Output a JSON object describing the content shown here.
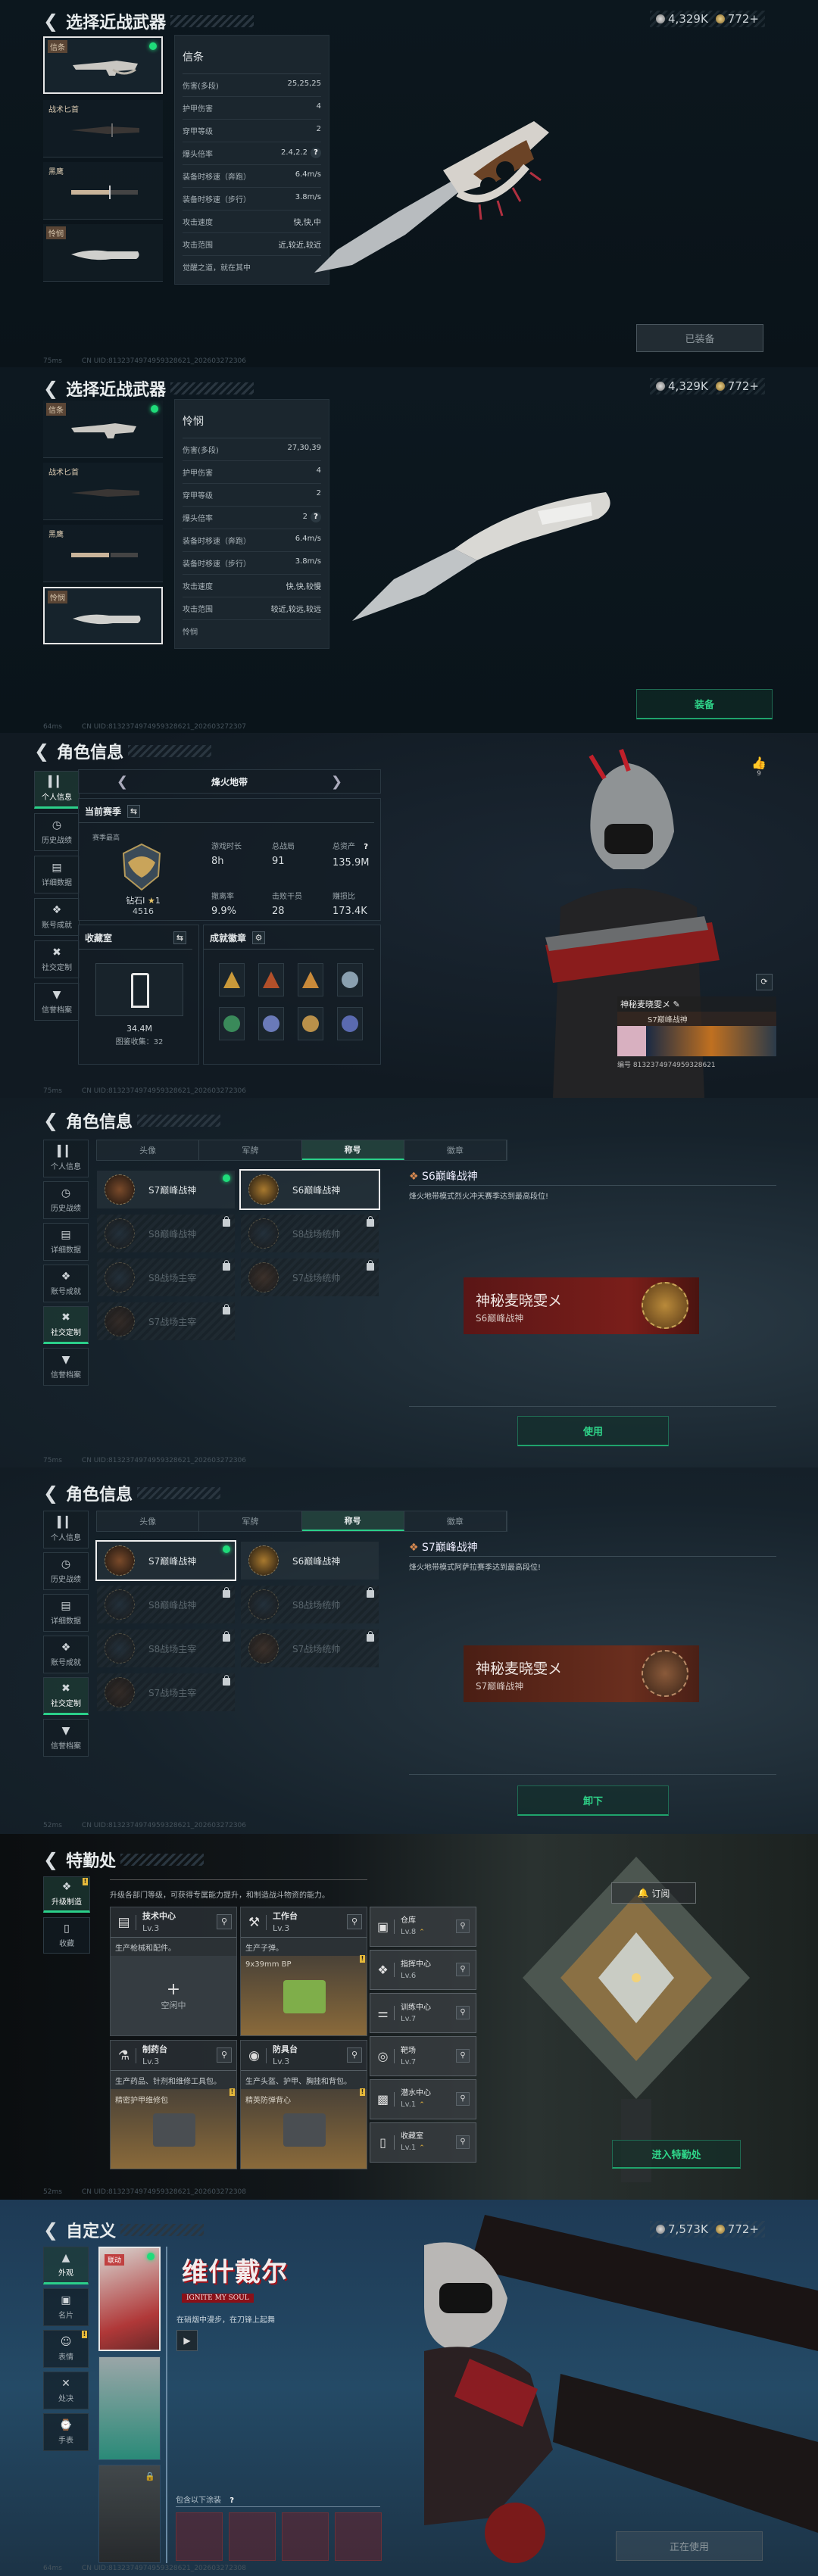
{
  "screens": {
    "melee1": {
      "title": "选择近战武器",
      "currency": {
        "silver": "4,329K",
        "gold": "772+"
      },
      "weapons": [
        {
          "tag": "信条",
          "quality_tag": true
        },
        {
          "tag": "战术匕首",
          "quality_tag": false
        },
        {
          "tag": "黑鹰",
          "quality_tag": false
        },
        {
          "tag": "怜悯",
          "quality_tag": true
        }
      ],
      "detail": {
        "name": "信条",
        "rows": [
          {
            "label": "伤害(多段)",
            "value": "25,25,25"
          },
          {
            "label": "护甲伤害",
            "value": "4"
          },
          {
            "label": "穿甲等级",
            "value": "2"
          },
          {
            "label": "爆头倍率",
            "value": "2.4,2.2"
          },
          {
            "label": "装备时移速（奔跑）",
            "value": "6.4m/s"
          },
          {
            "label": "装备时移速（步行）",
            "value": "3.8m/s"
          },
          {
            "label": "攻击速度",
            "value": "快,快,中"
          },
          {
            "label": "攻击范围",
            "value": "近,较近,较近"
          }
        ],
        "flavor": "觉醒之道，就在其中"
      },
      "button": "已装备",
      "footer": {
        "ping": "75ms",
        "uid": "CN UID:8132374974959328621_202603272306"
      }
    },
    "melee2": {
      "title": "选择近战武器",
      "currency": {
        "silver": "4,329K",
        "gold": "772+"
      },
      "weapons": [
        {
          "tag": "信条"
        },
        {
          "tag": "战术匕首"
        },
        {
          "tag": "黑鹰"
        },
        {
          "tag": "怜悯"
        }
      ],
      "detail": {
        "name": "怜悯",
        "rows": [
          {
            "label": "伤害(多段)",
            "value": "27,30,39"
          },
          {
            "label": "护甲伤害",
            "value": "4"
          },
          {
            "label": "穿甲等级",
            "value": "2"
          },
          {
            "label": "爆头倍率",
            "value": "2"
          },
          {
            "label": "装备时移速（奔跑）",
            "value": "6.4m/s"
          },
          {
            "label": "装备时移速（步行）",
            "value": "3.8m/s"
          },
          {
            "label": "攻击速度",
            "value": "快,快,较慢"
          },
          {
            "label": "攻击范围",
            "value": "较近,较远,较远"
          }
        ],
        "flavor": "怜悯"
      },
      "button": "装备",
      "footer": {
        "ping": "64ms",
        "uid": "CN UID:8132374974959328621_202603272307"
      }
    },
    "profile": {
      "title": "角色信息",
      "nav": [
        "个人信息",
        "历史战绩",
        "详细数据",
        "账号成就",
        "社交定制",
        "信誉档案"
      ],
      "mode": "烽火地带",
      "season": {
        "header": "当前赛季",
        "best_label": "赛季最高",
        "rank": "钻石I",
        "stars": "1",
        "score": "4516",
        "stats": [
          {
            "label": "游戏时长",
            "value": "8h"
          },
          {
            "label": "总战局",
            "value": "91"
          },
          {
            "label": "总资产",
            "value": "135.9M"
          },
          {
            "label": "撤离率",
            "value": "9.9%"
          },
          {
            "label": "击败干员",
            "value": "28"
          },
          {
            "label": "赚损比",
            "value": "173.4K"
          }
        ]
      },
      "collection": {
        "header": "收藏室",
        "value": "34.4M",
        "count_label": "图鉴收集：32"
      },
      "badges_header": "成就徽章",
      "likes": "9",
      "card": {
        "name": "神秘麦晓雯メ",
        "title": "S7巅峰战神",
        "id": "编号 8132374974959328621"
      },
      "footer": {
        "ping": "75ms",
        "uid": "CN UID:8132374974959328621_202603272306"
      }
    },
    "titles1": {
      "title": "角色信息",
      "tabs": [
        "头像",
        "军牌",
        "称号",
        "徽章"
      ],
      "items": [
        {
          "name": "S7巅峰战神",
          "locked": false
        },
        {
          "name": "S6巅峰战神",
          "locked": false
        },
        {
          "name": "S8巅峰战神",
          "locked": true
        },
        {
          "name": "S8战场统帅",
          "locked": true
        },
        {
          "name": "S8战场主宰",
          "locked": true
        },
        {
          "name": "S7战场统帅",
          "locked": true
        },
        {
          "name": "S7战场主宰",
          "locked": true
        }
      ],
      "selected_name": "S6巅峰战神",
      "selected_desc": "烽火地带模式烈火冲天赛季达到最高段位!",
      "banner_name": "神秘麦晓雯メ",
      "banner_title": "S6巅峰战神",
      "button": "使用",
      "footer": {
        "ping": "75ms",
        "uid": "CN UID:8132374974959328621_202603272306"
      }
    },
    "titles2": {
      "title": "角色信息",
      "selected_name": "S7巅峰战神",
      "selected_desc": "烽火地带模式阿萨拉赛季达到最高段位!",
      "banner_name": "神秘麦晓雯メ",
      "banner_title": "S7巅峰战神",
      "button": "卸下",
      "footer": {
        "ping": "52ms",
        "uid": "CN UID:8132374974959328621_202603272306"
      }
    },
    "special": {
      "title": "特勤处",
      "nav": [
        "升级制造",
        "收藏"
      ],
      "description": "升级各部门等级，可获得专属能力提升，和制造战斗物资的能力。",
      "facilities": [
        {
          "name": "技术中心",
          "level": "Lv.3",
          "desc": "生产枪械和配件。",
          "slot": "空闲中"
        },
        {
          "name": "工作台",
          "level": "Lv.3",
          "desc": "生产子弹。",
          "slot": "9x39mm BP"
        },
        {
          "name": "制药台",
          "level": "Lv.3",
          "desc": "生产药品、针剂和维修工具包。",
          "slot": "精密护甲维修包"
        },
        {
          "name": "防具台",
          "level": "Lv.3",
          "desc": "生产头盔、护甲、胸挂和背包。",
          "slot": "精英防弹背心"
        }
      ],
      "side": [
        {
          "name": "仓库",
          "level": "Lv.8"
        },
        {
          "name": "指挥中心",
          "level": "Lv.6"
        },
        {
          "name": "训练中心",
          "level": "Lv.7"
        },
        {
          "name": "靶场",
          "level": "Lv.7"
        },
        {
          "name": "潜水中心",
          "level": "Lv.1"
        },
        {
          "name": "收藏室",
          "level": "Lv.1"
        }
      ],
      "subscribe": "订阅",
      "enter": "进入特勤处",
      "footer": {
        "ping": "52ms",
        "uid": "CN UID:8132374974959328621_202603272308"
      }
    },
    "custom": {
      "title": "自定义",
      "currency": {
        "silver": "7,573K",
        "gold": "772+"
      },
      "nav": [
        "外观",
        "名片",
        "表情",
        "处决",
        "手表"
      ],
      "skin_tag": "联动",
      "logo_title": "维什戴尔",
      "logo_sub": "IGNITE MY SOUL",
      "tagline": "在硝烟中漫步，在刀锋上起舞",
      "includes": "包含以下涂装",
      "button": "正在使用",
      "footer": {
        "ping": "64ms",
        "uid": "CN UID:8132374974959328621_202603272308"
      }
    }
  },
  "colors": {
    "accent_green": "#2bd08a",
    "equipped_dot": "#1fdc7a",
    "warning": "#e6b93a"
  }
}
